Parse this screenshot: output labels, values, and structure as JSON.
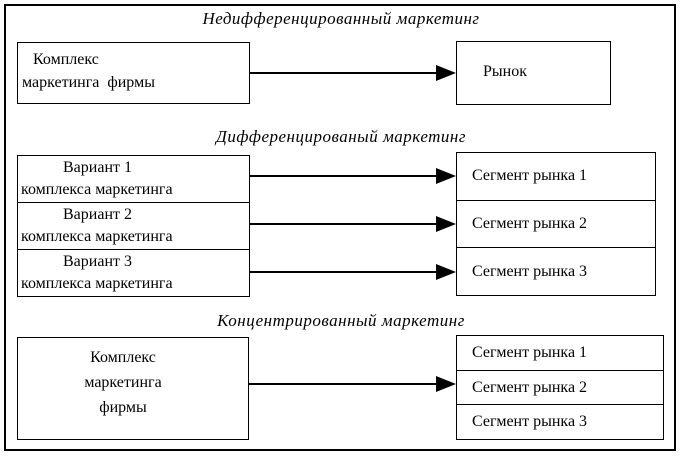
{
  "colors": {
    "border": "#000000",
    "background": "#ffffff",
    "arrow": "#000000"
  },
  "sections": [
    {
      "title": "Недифференцированный маркетинг",
      "left_box": {
        "lines": [
          "Комплекс",
          "маркетинга  фирмы"
        ]
      },
      "right_boxes": [
        "Рынок"
      ]
    },
    {
      "title": "Дифференцированый маркетинг",
      "left_boxes": [
        {
          "line1": "Вариант 1",
          "line2": "комплекса маркетинга"
        },
        {
          "line1": "Вариант 2",
          "line2": "комплекса маркетинга"
        },
        {
          "line1": "Вариант 3",
          "line2": "комплекса маркетинга"
        }
      ],
      "right_boxes": [
        "Сегмент рынка 1",
        "Сегмент рынка 2",
        "Сегмент рынка 3"
      ]
    },
    {
      "title": "Концентрированный маркетинг",
      "left_box": {
        "lines": [
          "Комплекс",
          "маркетинга",
          "фирмы"
        ]
      },
      "right_boxes": [
        "Сегмент рынка 1",
        "Сегмент рынка 2",
        "Сегмент рынка 3"
      ]
    }
  ]
}
